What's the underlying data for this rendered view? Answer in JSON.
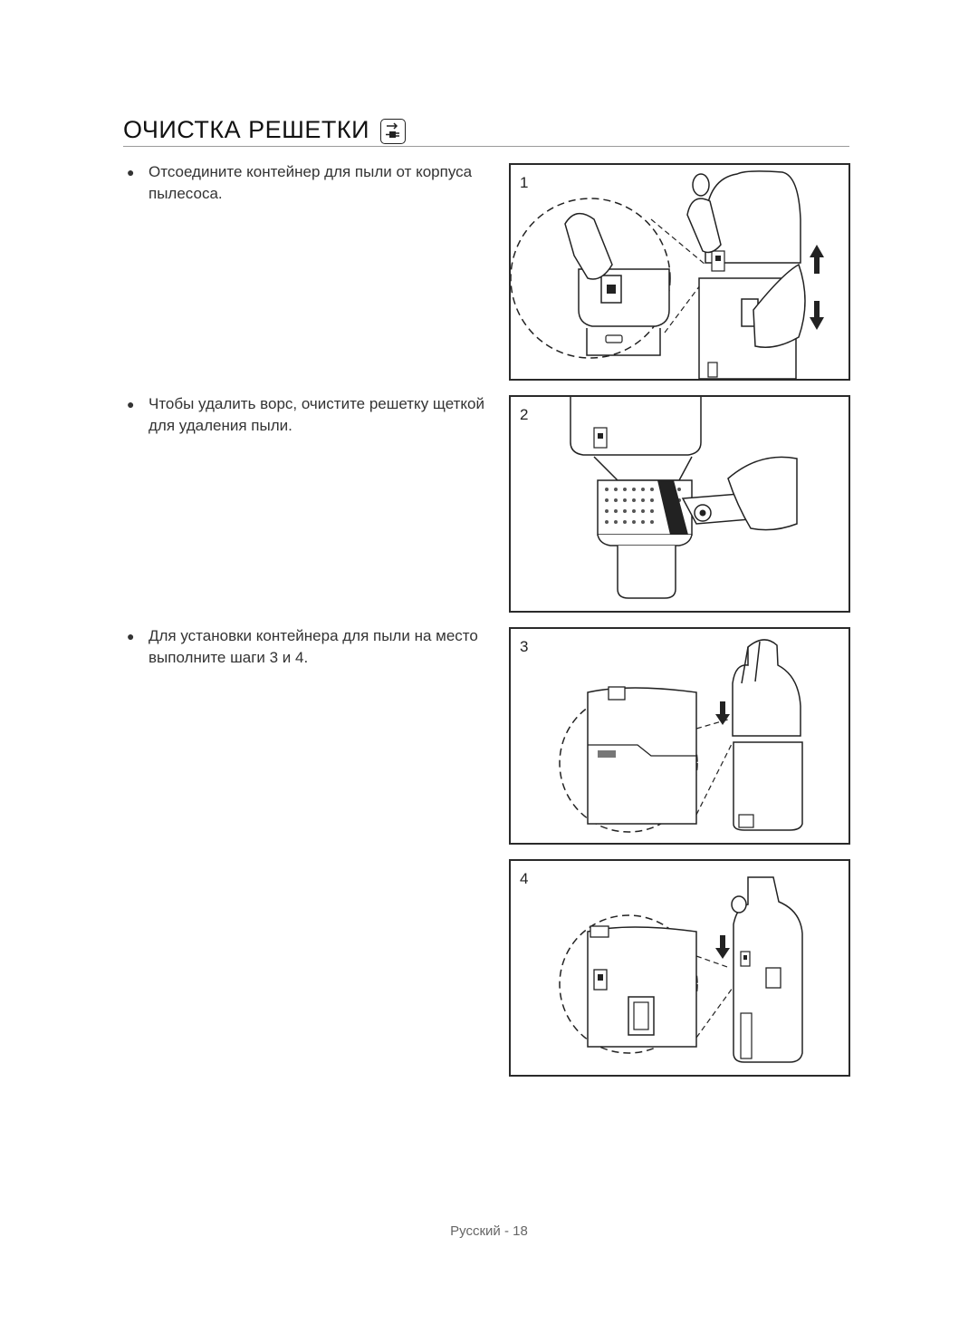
{
  "header": {
    "title": "ОЧИСТКА РЕШЕТКИ",
    "icon": "unplug-icon"
  },
  "steps": [
    {
      "text": "Отсоедините контейнер для пыли от корпуса пылесоса."
    },
    {
      "text": "Чтобы удалить ворс, очистите решетку щеткой для удаления пыли."
    },
    {
      "text": "Для установки контейнера для пыли на место выполните шаги 3 и 4."
    }
  ],
  "figures": [
    {
      "number": "1"
    },
    {
      "number": "2"
    },
    {
      "number": "3"
    },
    {
      "number": "4"
    }
  ],
  "footer": {
    "page_label": "Русский - 18"
  }
}
